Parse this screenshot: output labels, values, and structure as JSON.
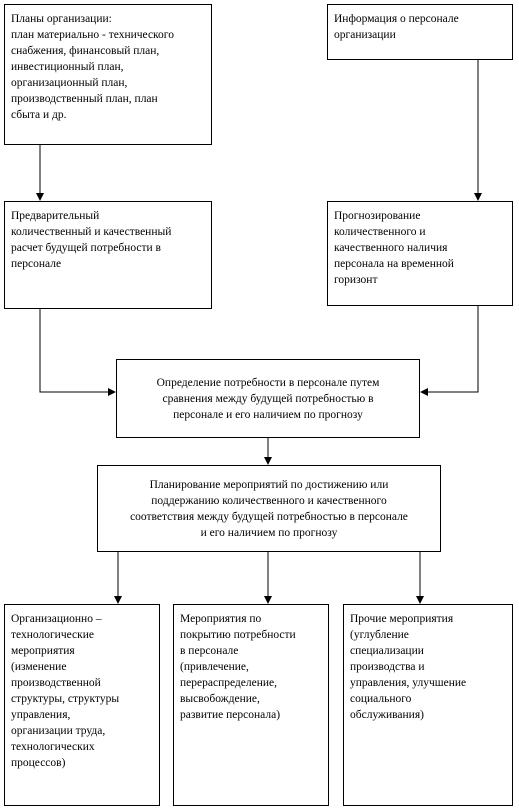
{
  "boxes": {
    "plans": "Планы организации:\nплан материально - технического\nснабжения, финансовый план,\nинвестиционный план,\nорганизационный план,\nпроизводственный план, план\nсбыта и др.",
    "info": "Информация  о персонале\nорганизации",
    "preliminary": "Предварительный\nколичественный и качественный\nрасчет будущей  потребности в\nперсонале",
    "forecast": "Прогнозирование\nколичественного и\nкачественного наличия\nперсонала на временной\nгоризонт",
    "determination": "Определение потребности в персонале путем\nсравнения между будущей  потребностью в\nперсонале и его наличием по прогнозу",
    "planning": "Планирование мероприятий по достижению или\nподдержанию количественного и качественного\nсоответствия между будущей  потребностью в персонале\nи его наличием по прогнозу",
    "org_tech": "Организационно –\nтехнологические\nмероприятия\n(изменение\nпроизводственной\nструктуры,  структуры\nуправления,\nорганизации труда,\nтехнологических\nпроцессов)",
    "coverage": "Мероприятия по\nпокрытию потребности\nв персонале\n(привлечение,\nперераспределение,\nвысвобождение,\nразвитие персонала)",
    "other": "Прочие мероприятия\n(углубление\nспециализации\nпроизводства и\nуправления, улучшение\nсоциального\nобслуживания)"
  }
}
